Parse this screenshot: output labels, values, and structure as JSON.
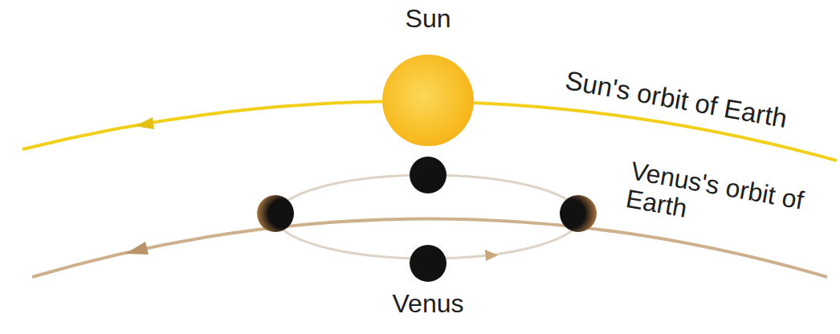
{
  "diagram": {
    "nodes": [
      {
        "text": [
          "Sun"
        ]
      },
      {
        "text": [
          "Venus"
        ]
      }
    ],
    "labels": [
      "Sun's orbit of Earth",
      "Venus's orbit of Earth"
    ]
  }
}
